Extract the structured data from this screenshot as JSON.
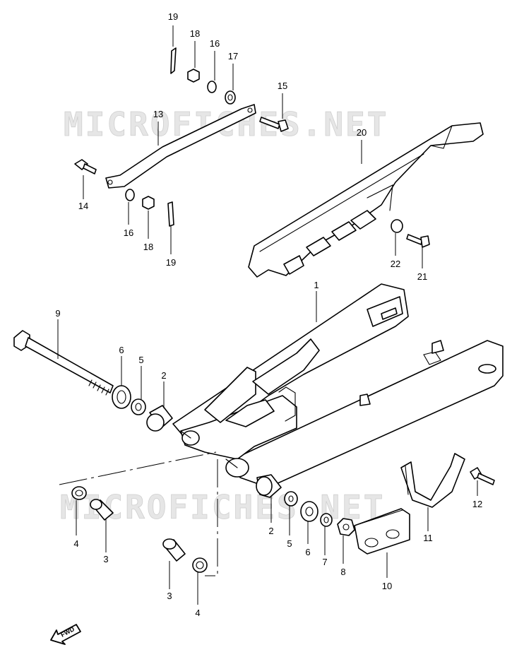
{
  "watermark": {
    "top": "MICROFICHES.NET",
    "bottom": "MICROFICHES.NET"
  },
  "direction_arrow": {
    "label": "FWD",
    "icon": "forward-arrow-icon"
  },
  "callouts": {
    "c1": "1",
    "c2a": "2",
    "c2b": "2",
    "c3a": "3",
    "c3b": "3",
    "c4a": "4",
    "c4b": "4",
    "c5a": "5",
    "c5b": "5",
    "c6a": "6",
    "c6b": "6",
    "c7": "7",
    "c8": "8",
    "c9": "9",
    "c10": "10",
    "c11": "11",
    "c12": "12",
    "c13": "13",
    "c14": "14",
    "c15": "15",
    "c16a": "16",
    "c16b": "16",
    "c17": "17",
    "c18a": "18",
    "c18b": "18",
    "c19a": "19",
    "c19b": "19",
    "c20": "20",
    "c21": "21",
    "c22": "22"
  }
}
